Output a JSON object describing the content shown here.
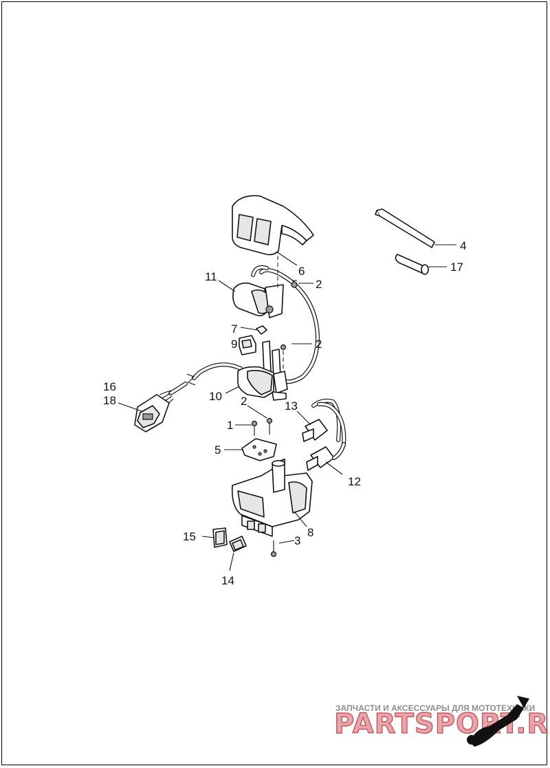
{
  "callouts": {
    "c1": "1",
    "c2a": "2",
    "c2b": "2",
    "c2c": "2",
    "c3": "3",
    "c4": "4",
    "c5": "5",
    "c6": "6",
    "c7": "7",
    "c8": "8",
    "c9": "9",
    "c10": "10",
    "c11": "11",
    "c12": "12",
    "c13": "13",
    "c14": "14",
    "c15": "15",
    "c16": "16",
    "c17": "17",
    "c18": "18"
  },
  "watermark": {
    "tagline": "ЗАПЧАСТИ И АКСЕССУАРЫ ДЛЯ МОТОТЕХНИКИ",
    "brand": "PARTSPORT.RU"
  },
  "colors": {
    "line": "#111111",
    "watermark_text": "#8e8e8e",
    "watermark_brand_fill": "#e8a4a8",
    "watermark_brand_stroke": "#c2454e"
  }
}
